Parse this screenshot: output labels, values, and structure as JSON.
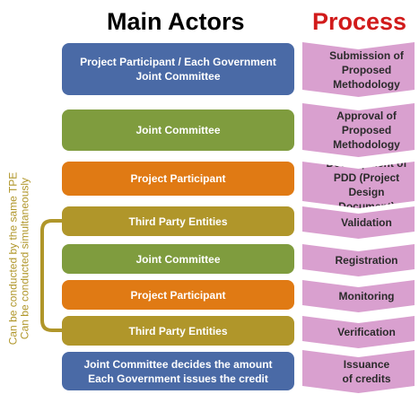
{
  "headers": {
    "actors": "Main Actors",
    "process": "Process"
  },
  "colors": {
    "blue": "#4a6aa6",
    "green": "#7f9c3e",
    "orange": "#e07a14",
    "gold": "#b0962a",
    "process_fill": "#d9a0cf",
    "process_header": "#d11b1b",
    "bracket": "#b0962a"
  },
  "side_note": {
    "line1": "Can be conducted by the same TPE",
    "line2": "Can be conducted simultaneously"
  },
  "rows": [
    {
      "actor": "Project  Participant / Each Government\nJoint Committee",
      "actor_color": "blue",
      "process": "Submission of\nProposed\nMethodology"
    },
    {
      "actor": "Joint Committee",
      "actor_color": "green",
      "process": "Approval of\nProposed\nMethodology"
    },
    {
      "actor": "Project Participant",
      "actor_color": "orange",
      "process": "Development of\nPDD (Project Design\nDocument)"
    },
    {
      "actor": "Third Party Entities",
      "actor_color": "gold",
      "process": "Validation"
    },
    {
      "actor": "Joint Committee",
      "actor_color": "green",
      "process": "Registration"
    },
    {
      "actor": "Project Participant",
      "actor_color": "orange",
      "process": "Monitoring"
    },
    {
      "actor": "Third Party Entities",
      "actor_color": "gold",
      "process": "Verification"
    },
    {
      "actor": "Joint Committee decides the amount\nEach Government issues the credit",
      "actor_color": "blue",
      "process": "Issuance\nof credits"
    }
  ]
}
